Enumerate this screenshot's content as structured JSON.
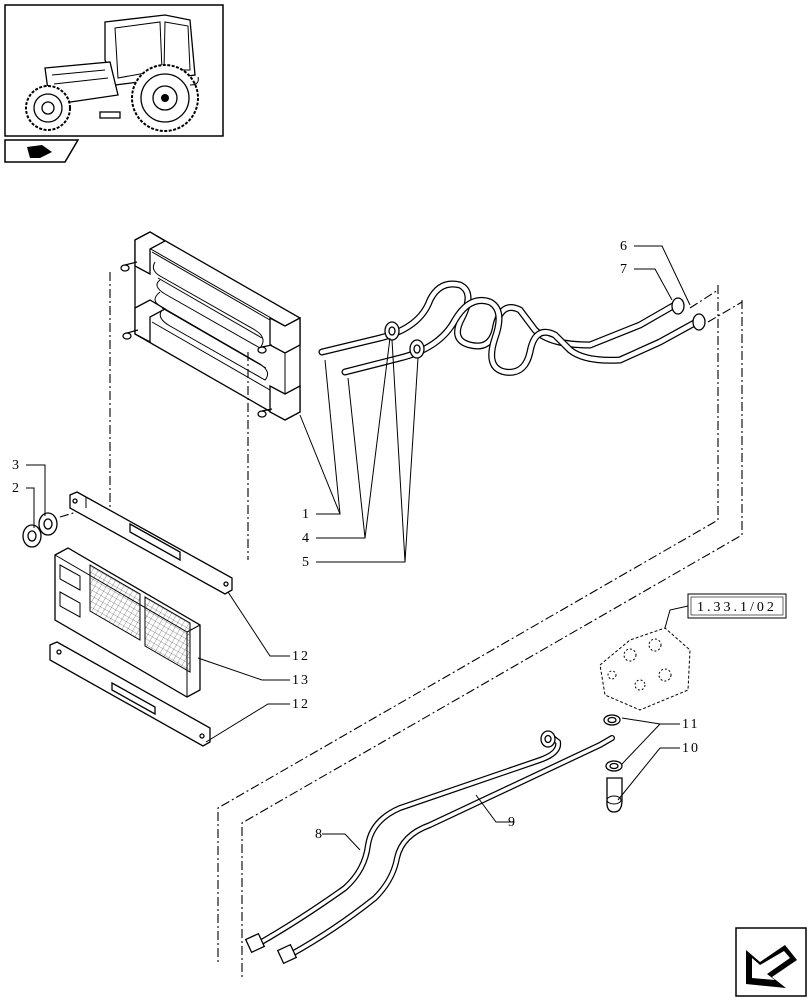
{
  "callouts": {
    "c1": "1",
    "c2": "2",
    "c3": "3",
    "c4": "4",
    "c5": "5",
    "c6": "6",
    "c7": "7",
    "c8": "8",
    "c9": "9",
    "c10": "10",
    "c11": "11",
    "c12a": "12",
    "c13": "13",
    "c12b": "12"
  },
  "reference_box": "1.33.1/02",
  "icons": {
    "thumbnail": "tractor-thumbnail-icon",
    "section": "section-tab-icon",
    "next_page": "next-page-arrow-icon"
  }
}
